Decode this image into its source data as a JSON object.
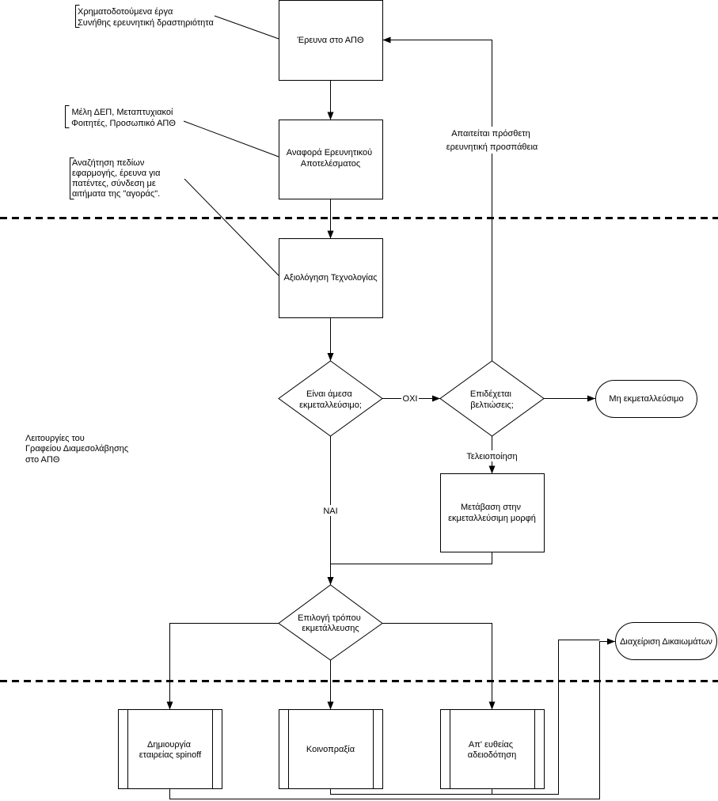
{
  "nodes": {
    "research": {
      "label": [
        "Έρευνα στο ΑΠΘ"
      ]
    },
    "report": {
      "label": [
        "Αναφορά Ερευνητικού",
        "Αποτελέσματος"
      ]
    },
    "evaluation": {
      "label": [
        "Αξιολόγηση Τεχνολογίας"
      ]
    },
    "directly_exploitable": {
      "label": [
        "Είναι άμεσα",
        "εκμεταλλεύσιμο;"
      ]
    },
    "improvable": {
      "label": [
        "Επιδέχεται",
        "βελτιώσεις;"
      ]
    },
    "not_exploitable": {
      "label": [
        "Μη εκμεταλλεύσιμο"
      ]
    },
    "transition": {
      "label": [
        "Μετάβαση στην",
        "εκμεταλλεύσιμη μορφή"
      ]
    },
    "choose_method": {
      "label": [
        "Επιλογή τρόπου",
        "εκμετάλλευσης"
      ]
    },
    "rights_management": {
      "label": [
        "Διαχείριση Δικαιωμάτων"
      ]
    },
    "spinoff": {
      "label": [
        "Δημιουργία",
        "εταιρείας spinoff"
      ]
    },
    "joint_venture": {
      "label": [
        "Κοινοπραξία"
      ]
    },
    "licensing": {
      "label": [
        "Απ' ευθείας",
        "αδειοδότηση"
      ]
    }
  },
  "annotations": {
    "funding": [
      "Χρηματοδοτούμενα έργα",
      "Συνήθης ερευνητική δραστηριότητα"
    ],
    "people": [
      "Μέλη ΔΕΠ, Μεταπτυχιακοί",
      "Φοιτητές, Προσωπικό ΑΠΘ"
    ],
    "search": [
      "Αναζήτηση πεδίων",
      "εφαρμογής, έρευνα για",
      "πατέντες, σύνδεση με",
      "αιτήματα της \"αγοράς\"."
    ]
  },
  "edge_labels": {
    "no": "ΟΧΙ",
    "yes": "ΝΑΙ",
    "refinement": "Τελειοποίηση",
    "more_research": [
      "Απαιτείται πρόσθετη",
      "ερευνητική προσπάθεια"
    ]
  },
  "zone_label": [
    "Λειτουργίες του",
    "Γραφείου Διαμεσολάβησης",
    "στο ΑΠΘ"
  ],
  "colors": {
    "ink": "#000000",
    "paper": "#ffffff"
  }
}
